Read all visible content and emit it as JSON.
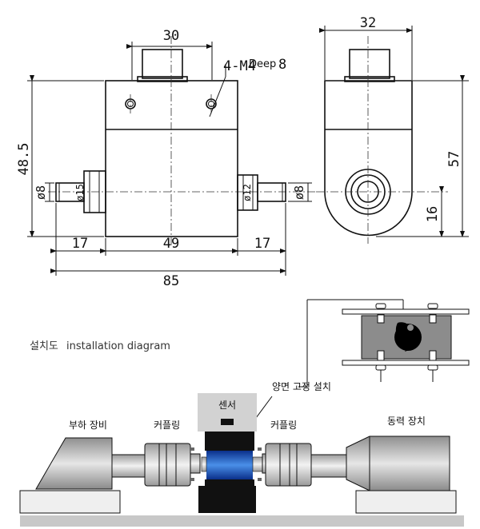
{
  "drawing": {
    "dims": {
      "top_width": "30",
      "thread_note": "4-M4",
      "deep_label": "Deep",
      "deep_value": "8",
      "height": "48.5",
      "left_shaft_dia": "ø8",
      "left_flange_dia": "ø15",
      "right_flange_dia": "ø12",
      "right_shaft_dia": "ø8",
      "left_shaft_len": "17",
      "body_len": "49",
      "right_shaft_len": "17",
      "total_len": "85",
      "side_width": "32",
      "side_height": "57",
      "side_axis_height": "16"
    }
  },
  "installation": {
    "title_ko": "설치도",
    "title_en": "installation diagram",
    "both_side_fix": "양면 고정 설치",
    "sensor": "센서",
    "coupling_left": "커플링",
    "coupling_right": "커플링",
    "load_device": "부하 장비",
    "power_device": "동력 장치"
  }
}
